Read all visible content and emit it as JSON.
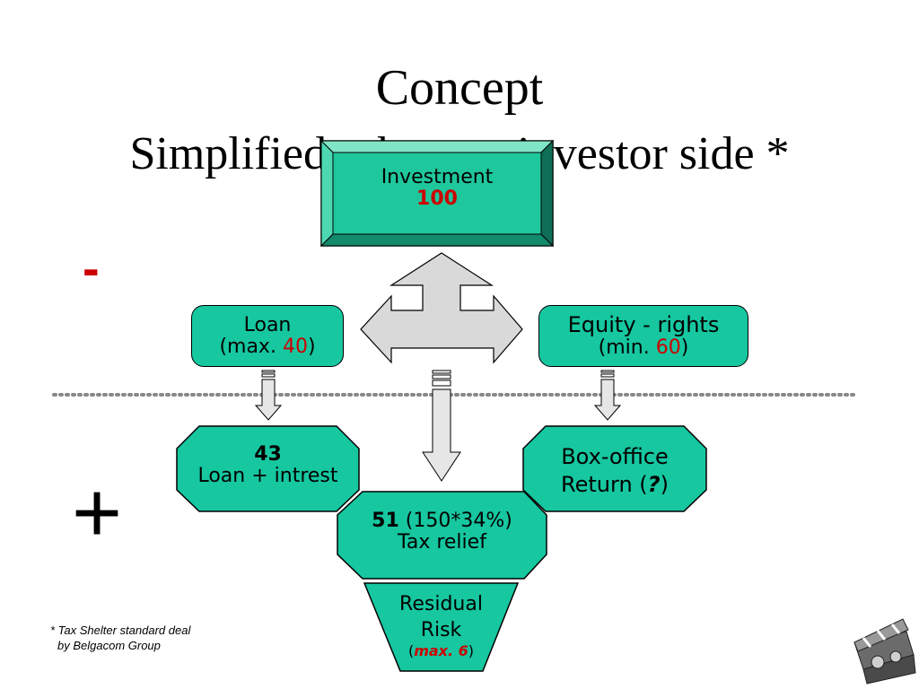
{
  "title": {
    "line1": "Concept",
    "line2": "Simplified scheme - investor side *"
  },
  "signs": {
    "minus": "-",
    "plus": "+"
  },
  "investment": {
    "label": "Investment",
    "value": "100"
  },
  "loan": {
    "label": "Loan",
    "max_prefix": "(max. ",
    "max_value": "40",
    "max_suffix": ")"
  },
  "equity": {
    "label": "Equity - rights",
    "min_prefix": "(min. ",
    "min_value": "60",
    "min_suffix": ")"
  },
  "loan_return": {
    "value": "43",
    "label": "Loan + intrest"
  },
  "tax_relief": {
    "value": "51",
    "formula": "(150*34%)",
    "label": "Tax relief"
  },
  "box_office": {
    "line1": "Box-office",
    "line2_prefix": "Return (",
    "line2_value": "?",
    "line2_suffix": ")"
  },
  "residual": {
    "line1": "Residual",
    "line2": "Risk",
    "prefix": "(",
    "max_label": "max. ",
    "max_value": "6",
    "suffix": ")"
  },
  "footnote": {
    "line1": "* Tax Shelter standard deal",
    "line2": "by Belgacom Group"
  },
  "colors": {
    "box_fill": "#16c7a0",
    "accent_red": "#cc0000",
    "arrow_fill": "#d9d9d9"
  },
  "icons": {
    "logo": "clapperboard-film-logo"
  }
}
